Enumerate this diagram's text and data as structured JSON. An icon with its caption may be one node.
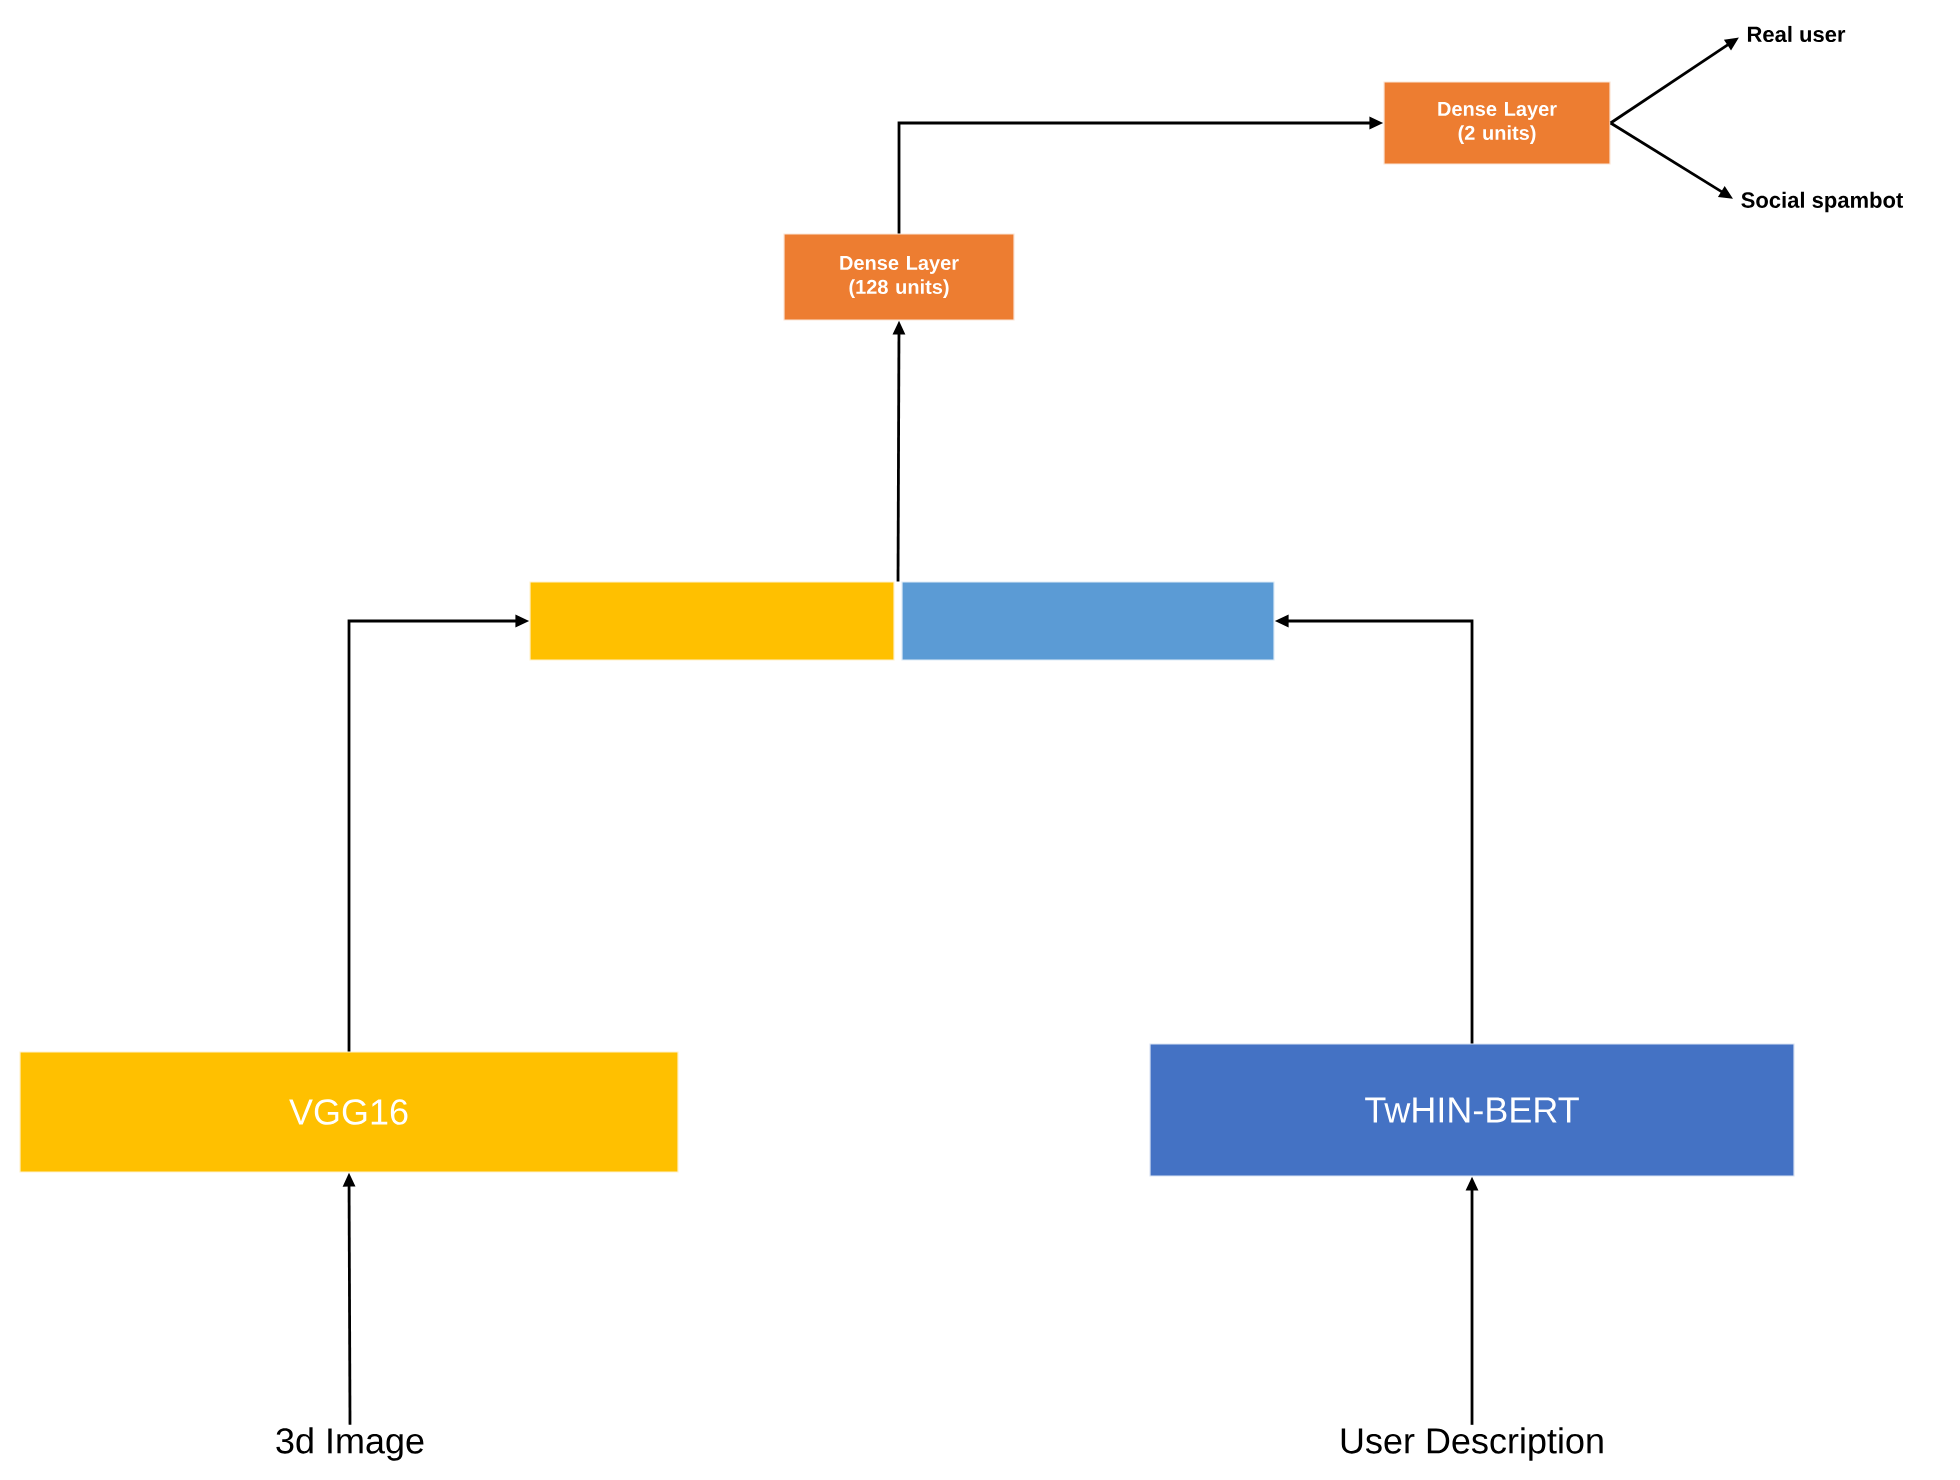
{
  "diagram": {
    "nodes": [
      {
        "text": [
          "Real user"
        ]
      },
      {
        "text": [
          "Social spambot"
        ]
      },
      {
        "text": [
          "Dense Layer (2 units)"
        ]
      },
      {
        "text": [
          "Dense Layer (128 units)"
        ]
      },
      {
        "text": [],
        "shape": "box"
      },
      {
        "text": [],
        "shape": "box"
      },
      {
        "text": [
          "VGG16"
        ]
      },
      {
        "text": [
          "TwHIN-BERT"
        ]
      },
      {
        "text": [
          "3d Image"
        ]
      },
      {
        "text": [
          "User Description"
        ]
      }
    ],
    "edges": [
      {
        "from": 8,
        "to": 6,
        "arrow": "to"
      },
      {
        "from": 9,
        "to": 7,
        "arrow": "to"
      },
      {
        "from": 6,
        "to": 4,
        "arrow": "to"
      },
      {
        "from": 7,
        "to": 5,
        "arrow": "to"
      },
      {
        "from": 4,
        "to": 3,
        "arrow": "to"
      },
      {
        "from": 5,
        "to": 3,
        "arrow": "to"
      },
      {
        "from": 3,
        "to": 2,
        "arrow": "to"
      },
      {
        "from": 2,
        "to": 0,
        "arrow": "to"
      },
      {
        "from": 2,
        "to": 1,
        "arrow": "to"
      }
    ]
  }
}
